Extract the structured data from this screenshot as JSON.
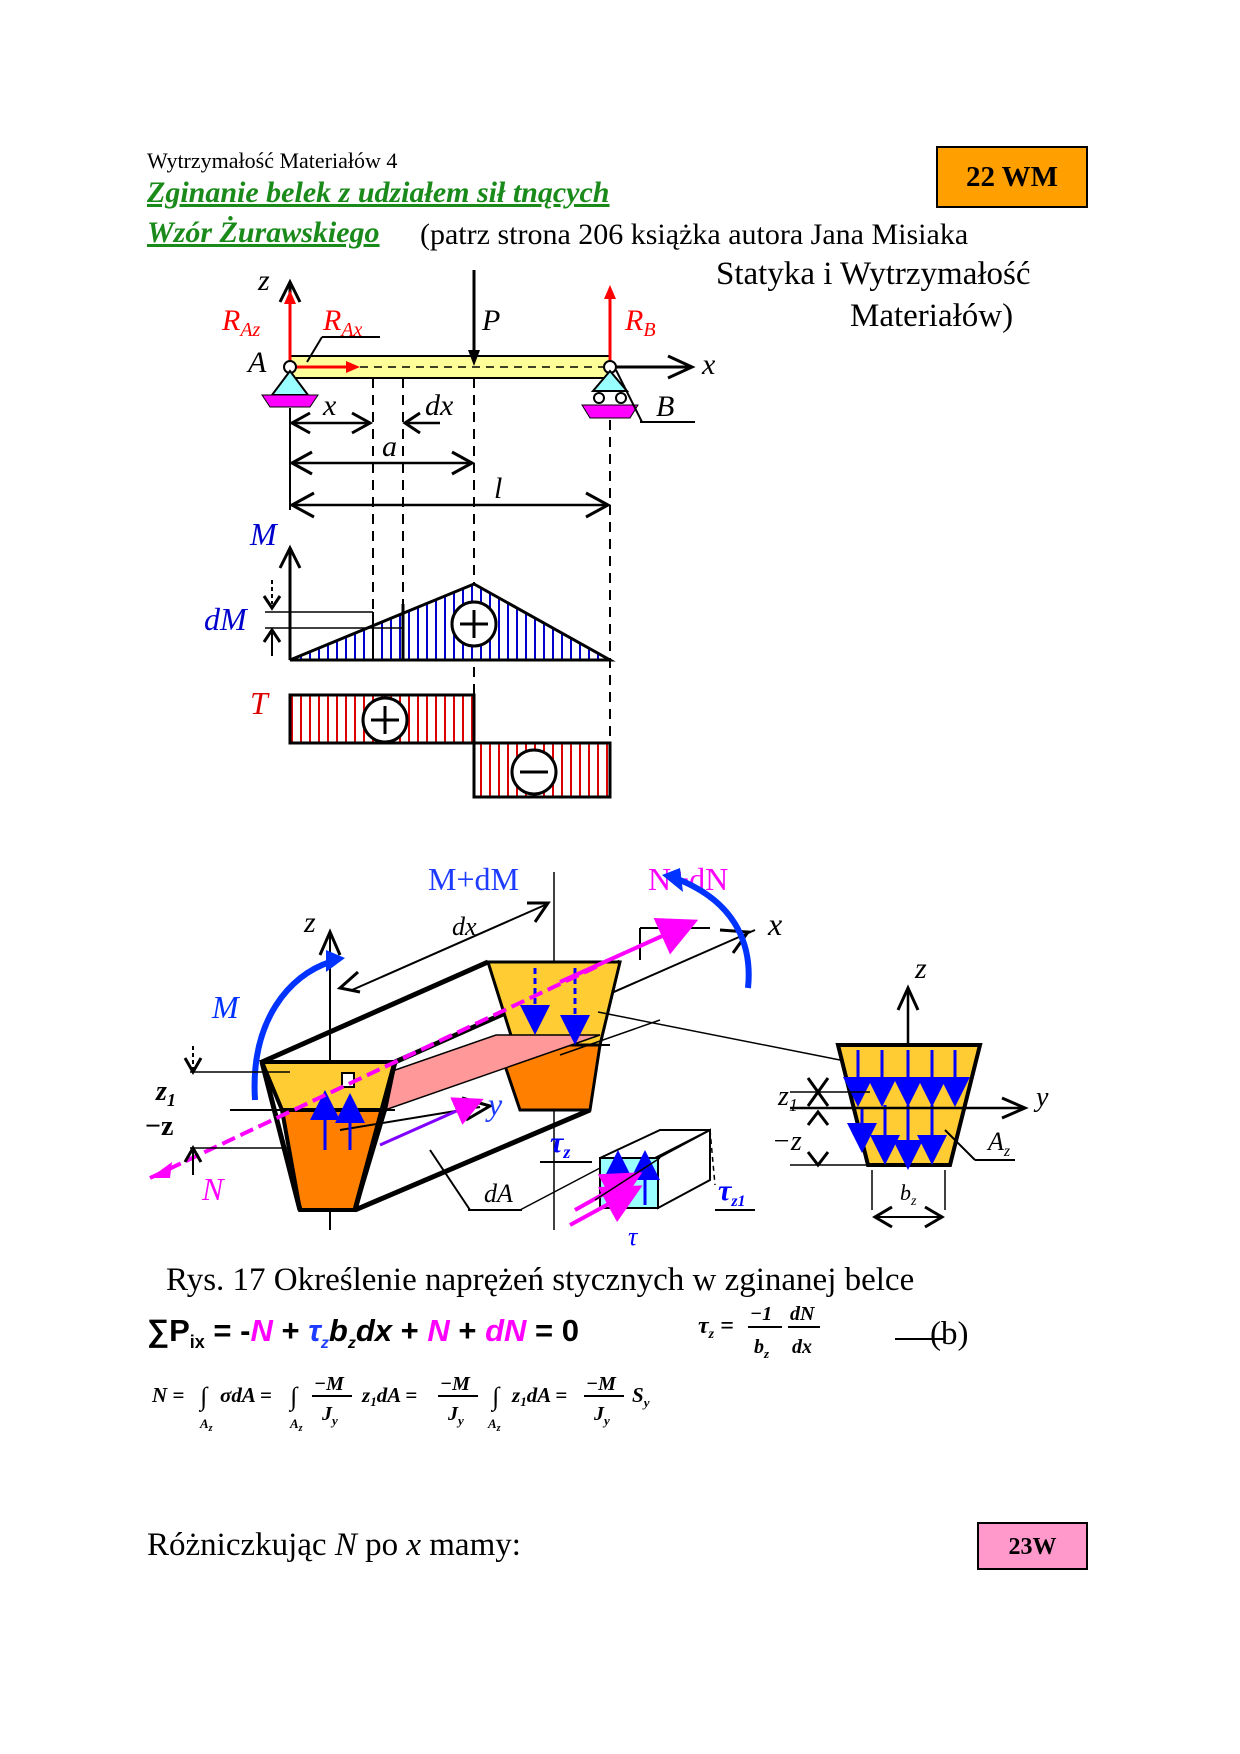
{
  "header": {
    "course": "Wytrzymałość Materiałów 4",
    "title_line1": "Zginanie belek z udziałem sił tnących",
    "title_line2": "Wzór Żurawskiego",
    "reference_a": "(patrz strona 206 książka autora Jana Misiaka",
    "reference_b": "Statyka i Wytrzymałość",
    "reference_c": "Materiałów)",
    "badge_top": "22 WM",
    "badge_bottom": "23W"
  },
  "beam_diagram": {
    "labels": {
      "z": "z",
      "x": "x",
      "RAz_base": "R",
      "RAz_sub": "Az",
      "RAx_base": "R",
      "RAx_sub": "Ax",
      "P": "P",
      "RB_base": "R",
      "RB_sub": "B",
      "A": "A",
      "B": "B",
      "dim_x": "x",
      "dim_dx": "dx",
      "dim_a": "a",
      "dim_l": "l",
      "M": "M",
      "dM": "dM",
      "T": "T"
    },
    "colors": {
      "reaction": "#ff0000",
      "beam_fill": "#ffff99",
      "support": "#99ffff",
      "support_base": "#ff00ff",
      "moment": "#0000cc",
      "shear": "#dd0000"
    }
  },
  "element_diagram": {
    "labels": {
      "M_dM": "M+dM",
      "N_dN": "N+dN",
      "dx": "dx",
      "x": "x",
      "z": "z",
      "M": "M",
      "z1": "z",
      "z1_sub": "1",
      "minus_z": "−z",
      "y": "y",
      "N": "N",
      "tau_z": "τ",
      "tau_z_sub": "z",
      "dA": "dA",
      "tau_z1": "τ",
      "tau_z1_sub": "z1",
      "tau_mark": "τ"
    },
    "colors": {
      "face_top": "#ffcc33",
      "face_bottom": "#ff8000",
      "strip": "#ff9999",
      "N": "#ff00ff",
      "M": "#0033ff",
      "stress": "#0000ff",
      "small_elem": "#99ffff"
    }
  },
  "section_diagram": {
    "labels": {
      "z": "z",
      "y": "y",
      "z1": "z",
      "z1_sub": "1",
      "minus_z": "−z",
      "Az": "A",
      "Az_sub": "z",
      "bz": "b",
      "bz_sub": "z"
    },
    "colors": {
      "fill": "#ffcc33"
    }
  },
  "caption": "Rys. 17 Określenie naprężeń stycznych w zginanej belce",
  "equation_sum": {
    "sigma": "∑",
    "P": "P",
    "sub": "ix",
    "eq_start": " = -",
    "N": "N",
    "plus1": " + ",
    "tau": "τ",
    "tau_sub": "z",
    "b": "b",
    "b_sub": "z",
    "dx": "dx",
    "plus2": " + ",
    "N2": "N",
    "plus3": " + ",
    "dN": "dN",
    "end": " = 0"
  },
  "equation_tau": {
    "lhs": "τ",
    "lhs_sub": "z",
    "num1": "−1",
    "den1": "b",
    "den1_sub": "z",
    "num2": "dN",
    "den2": "dx",
    "label": "(b)"
  },
  "equation_N": {
    "text": "N = ∫ σdA = ∫ (−M/J) z₁dA = (−M/J) ∫ z₁dA = (−M/J) S",
    "N": "N",
    "sigmadA": "σdA",
    "z1dA": "z",
    "z1dA_sub": "1",
    "dA": "dA",
    "minusM": "−M",
    "J": "J",
    "J_sub": "y",
    "S": "S",
    "S_sub": "y",
    "int_sub": "A",
    "int_sub2": "z"
  },
  "text_body": {
    "diff_a": "Różniczkując ",
    "diff_N": "N",
    "diff_b": " po ",
    "diff_x": "x",
    "diff_c": " mamy:"
  }
}
